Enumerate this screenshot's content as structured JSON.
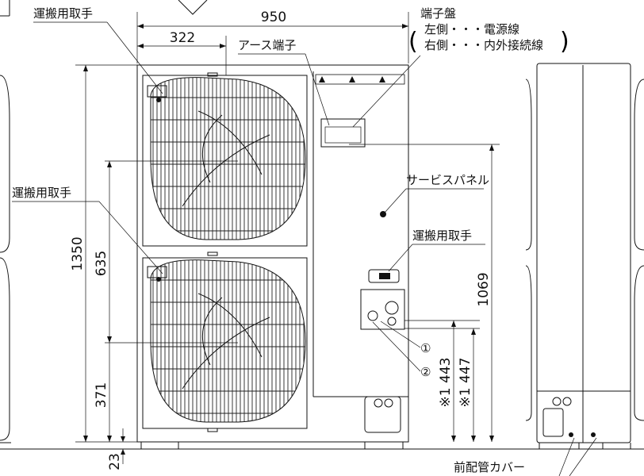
{
  "labels": {
    "handle_top": "運搬用取手",
    "handle_left": "運搬用取手",
    "handle_right": "運搬用取手",
    "earth_terminal": "アース端子",
    "terminal_block": "端子盤",
    "left_side_note": "左側・・・電源線",
    "right_side_note": "右側・・・内外接続線",
    "paren_open": "(",
    "paren_close": ")",
    "service_panel": "サービスパネル",
    "front_pipe_cover": "前配管カバー",
    "marker_1": "①",
    "marker_2": "②"
  },
  "dimensions": {
    "width": "950",
    "offset": "322",
    "height": "1350",
    "mid": "635",
    "lower": "371",
    "base": "23",
    "right_height": "1069",
    "pipe_1": "※1 443",
    "pipe_2": "※1 447"
  }
}
